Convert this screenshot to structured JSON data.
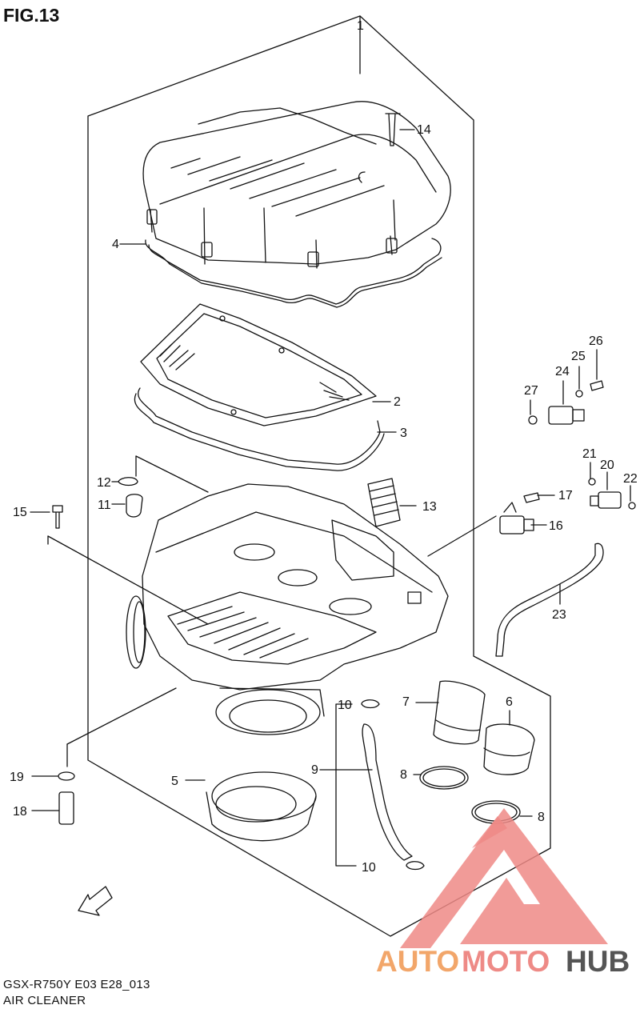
{
  "figure_label": "FIG.13",
  "footer": {
    "model_code": "GSX-R750Y  E03 E28_013",
    "section_title": "AIR CLEANER"
  },
  "fwd_label": "FWD",
  "watermark": {
    "word_a": "AUTO",
    "word_b": "MOTO",
    "word_c": "HUB",
    "accent_color": "#f2a66a",
    "mark_color": "#ee8a86",
    "dark_color": "#555555"
  },
  "callouts": [
    {
      "id": "c1",
      "label": "1"
    },
    {
      "id": "c2",
      "label": "2"
    },
    {
      "id": "c3",
      "label": "3"
    },
    {
      "id": "c4",
      "label": "4"
    },
    {
      "id": "c5",
      "label": "5"
    },
    {
      "id": "c6",
      "label": "6"
    },
    {
      "id": "c7",
      "label": "7"
    },
    {
      "id": "c8a",
      "label": "8"
    },
    {
      "id": "c8b",
      "label": "8"
    },
    {
      "id": "c9",
      "label": "9"
    },
    {
      "id": "c10a",
      "label": "10"
    },
    {
      "id": "c10b",
      "label": "10"
    },
    {
      "id": "c11",
      "label": "11"
    },
    {
      "id": "c12",
      "label": "12"
    },
    {
      "id": "c13",
      "label": "13"
    },
    {
      "id": "c14",
      "label": "14"
    },
    {
      "id": "c15",
      "label": "15"
    },
    {
      "id": "c16",
      "label": "16"
    },
    {
      "id": "c17",
      "label": "17"
    },
    {
      "id": "c18",
      "label": "18"
    },
    {
      "id": "c19",
      "label": "19"
    },
    {
      "id": "c20",
      "label": "20"
    },
    {
      "id": "c21",
      "label": "21"
    },
    {
      "id": "c22",
      "label": "22"
    },
    {
      "id": "c23",
      "label": "23"
    },
    {
      "id": "c24",
      "label": "24"
    },
    {
      "id": "c25",
      "label": "25"
    },
    {
      "id": "c26",
      "label": "26"
    },
    {
      "id": "c27",
      "label": "27"
    }
  ]
}
